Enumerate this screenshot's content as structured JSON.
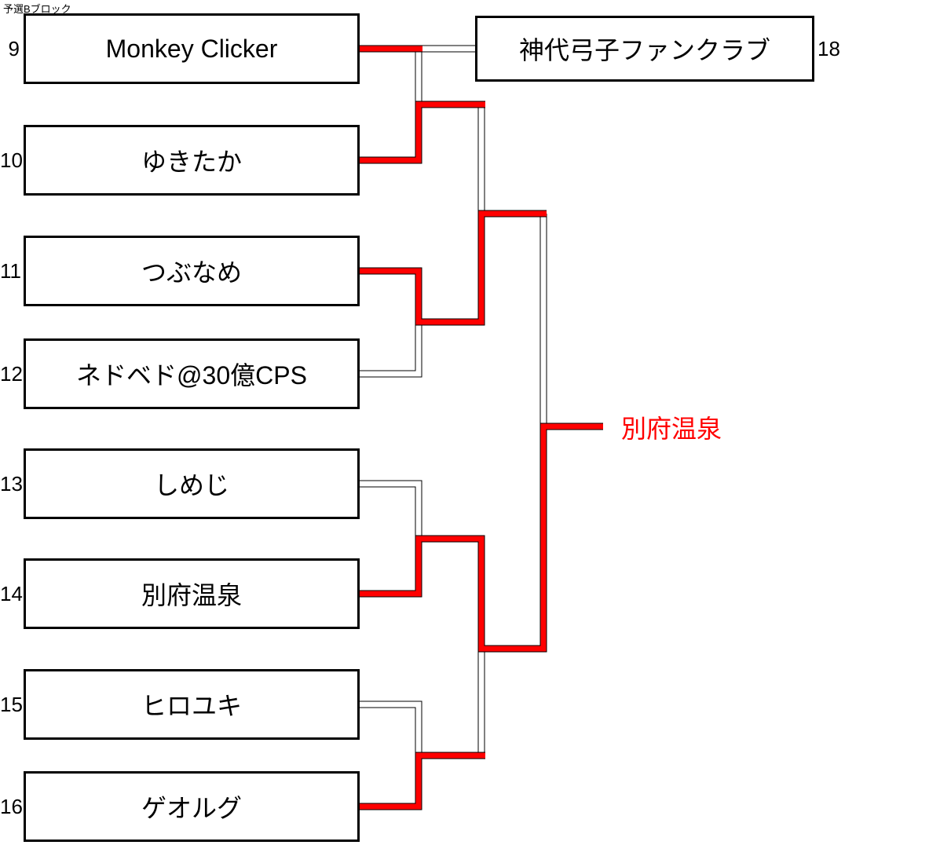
{
  "title": "予選Bブロック",
  "colors": {
    "winner_path": "#ff0000",
    "line_outline": "#000000",
    "background": "#ffffff",
    "text": "#000000"
  },
  "entrants": [
    {
      "seed": "9",
      "name": "Monkey Clicker"
    },
    {
      "seed": "10",
      "name": "ゆきたか"
    },
    {
      "seed": "11",
      "name": "つぶなめ"
    },
    {
      "seed": "12",
      "name": "ネドベド@30億CPS"
    },
    {
      "seed": "13",
      "name": "しめじ"
    },
    {
      "seed": "14",
      "name": "別府温泉"
    },
    {
      "seed": "15",
      "name": "ヒロユキ"
    },
    {
      "seed": "16",
      "name": "ゲオルグ"
    }
  ],
  "qualifier": {
    "seed": "18",
    "name": "神代弓子ファンクラブ"
  },
  "block_winner": "別府温泉",
  "results": {
    "play_in": {
      "players": [
        "Monkey Clicker",
        "神代弓子ファンクラブ"
      ],
      "winner": "Monkey Clicker"
    },
    "round1": [
      {
        "players": [
          "Monkey Clicker",
          "ゆきたか"
        ],
        "winner": "ゆきたか"
      },
      {
        "players": [
          "つぶなめ",
          "ネドベド@30億CPS"
        ],
        "winner": "つぶなめ"
      },
      {
        "players": [
          "しめじ",
          "別府温泉"
        ],
        "winner": "別府温泉"
      },
      {
        "players": [
          "ヒロユキ",
          "ゲオルグ"
        ],
        "winner": "ゲオルグ"
      }
    ],
    "semifinals": [
      {
        "players": [
          "ゆきたか",
          "つぶなめ"
        ],
        "winner": "つぶなめ"
      },
      {
        "players": [
          "別府温泉",
          "ゲオルグ"
        ],
        "winner": "別府温泉"
      }
    ],
    "final": {
      "players": [
        "つぶなめ",
        "別府温泉"
      ],
      "winner": "別府温泉"
    }
  }
}
